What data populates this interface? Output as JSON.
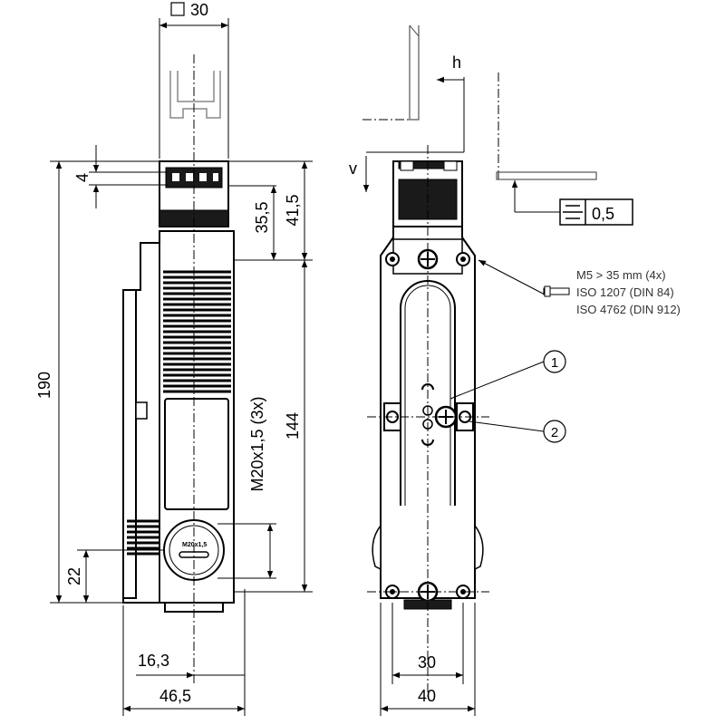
{
  "dimensions": {
    "top_square": "30",
    "d4": "4",
    "d35_5": "35,5",
    "d41_5": "41,5",
    "d190": "190",
    "d144": "144",
    "d22": "22",
    "thread": "M20x1,5 (3x)",
    "d16_3": "16,3",
    "d46_5": "46,5",
    "d30": "30",
    "d40": "40",
    "tolerance": "0,5",
    "h": "h",
    "v": "v"
  },
  "screw_note": {
    "line1": "M5 > 35 mm (4x)",
    "line2": "ISO 1207 (DIN 84)",
    "line3": "ISO 4762 (DIN 912)"
  },
  "callouts": {
    "c1": "1",
    "c2": "2"
  },
  "emboss": "M20x1,5"
}
